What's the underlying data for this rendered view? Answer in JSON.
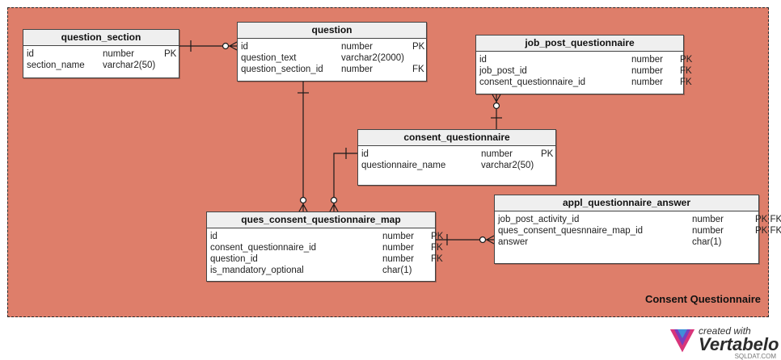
{
  "diagram": {
    "area_title": "Consent Questionnaire",
    "area_color": "#de7e6a",
    "tables": [
      {
        "id": "question_section",
        "name": "question_section",
        "columns": [
          {
            "name": "id",
            "type": "number",
            "key": "PK"
          },
          {
            "name": "section_name",
            "type": "varchar2(50)",
            "key": ""
          }
        ]
      },
      {
        "id": "question",
        "name": "question",
        "columns": [
          {
            "name": "id",
            "type": "number",
            "key": "PK"
          },
          {
            "name": "question_text",
            "type": "varchar2(2000)",
            "key": ""
          },
          {
            "name": "question_section_id",
            "type": "number",
            "key": "FK"
          }
        ]
      },
      {
        "id": "job_post_questionnaire",
        "name": "job_post_questionnaire",
        "columns": [
          {
            "name": "id",
            "type": "number",
            "key": "PK"
          },
          {
            "name": "job_post_id",
            "type": "number",
            "key": "FK"
          },
          {
            "name": "consent_questionnaire_id",
            "type": "number",
            "key": "FK"
          }
        ]
      },
      {
        "id": "consent_questionnaire",
        "name": "consent_questionnaire",
        "columns": [
          {
            "name": "id",
            "type": "number",
            "key": "PK"
          },
          {
            "name": "questionnaire_name",
            "type": "varchar2(50)",
            "key": ""
          }
        ]
      },
      {
        "id": "ques_consent_questionnaire_map",
        "name": "ques_consent_questionnaire_map",
        "columns": [
          {
            "name": "id",
            "type": "number",
            "key": "PK"
          },
          {
            "name": "consent_questionnaire_id",
            "type": "number",
            "key": "FK"
          },
          {
            "name": "question_id",
            "type": "number",
            "key": "FK"
          },
          {
            "name": "is_mandatory_optional",
            "type": "char(1)",
            "key": ""
          }
        ]
      },
      {
        "id": "appl_questionnaire_answer",
        "name": "appl_questionnaire_answer",
        "columns": [
          {
            "name": "job_post_activity_id",
            "type": "number",
            "key": "PK FK"
          },
          {
            "name": "ques_consent_quesnnaire_map_id",
            "type": "number",
            "key": "PK FK"
          },
          {
            "name": "answer",
            "type": "char(1)",
            "key": ""
          }
        ]
      }
    ],
    "relationships": [
      {
        "from": "question_section",
        "to": "question",
        "from_card": "one",
        "to_card": "zero-or-many"
      },
      {
        "from": "question",
        "to": "ques_consent_questionnaire_map",
        "from_card": "one",
        "to_card": "zero-or-many"
      },
      {
        "from": "consent_questionnaire",
        "to": "ques_consent_questionnaire_map",
        "from_card": "one",
        "to_card": "zero-or-many"
      },
      {
        "from": "consent_questionnaire",
        "to": "job_post_questionnaire",
        "from_card": "one",
        "to_card": "zero-or-many"
      },
      {
        "from": "ques_consent_questionnaire_map",
        "to": "appl_questionnaire_answer",
        "from_card": "one",
        "to_card": "zero-or-many"
      }
    ]
  },
  "logo": {
    "line1": "created with",
    "line2": "Vertabelo",
    "watermark": "SQLDAT.COM"
  }
}
